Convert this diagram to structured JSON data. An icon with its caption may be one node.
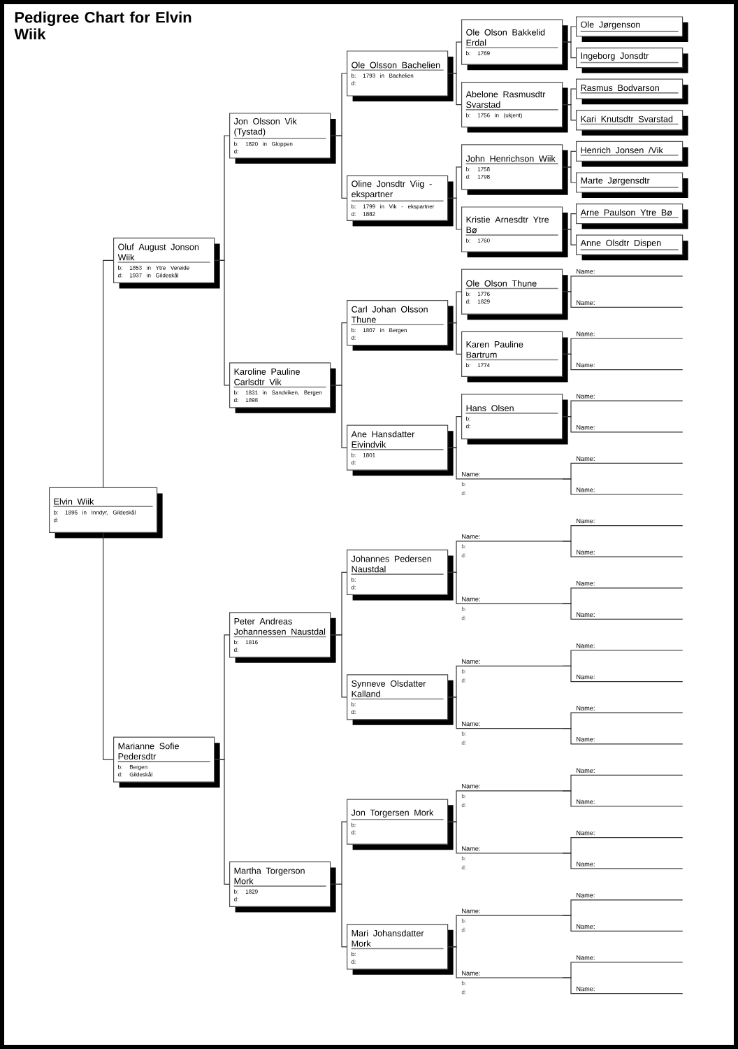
{
  "diagram": {
    "title": "Pedigree Chart for Elvin Wiik",
    "nodes": [
      {
        "text": [
          "Elvin Wiik",
          "b: 1895 in Inndyr, Gildeskål",
          "d:"
        ]
      },
      {
        "text": [
          "Oluf August Jonson Wiik",
          "b: 1853 in Ytre Vereide",
          "d: 1937 in Gildeskål"
        ]
      },
      {
        "text": [
          "Marianne Sofie Pedersdtr",
          "b: Bergen",
          "d: Gildeskål"
        ]
      },
      {
        "text": [
          "Jon Olsson Vik (Tystad)",
          "b: 1820 in Gloppen",
          "d:"
        ]
      },
      {
        "text": [
          "Karoline Pauline Carlsdtr Vik",
          "b: 1831 in Sandviken, Bergen",
          "d: 1898"
        ]
      },
      {
        "text": [
          "Peter Andreas Johannessen Naustdal",
          "b: 1816",
          "d:"
        ]
      },
      {
        "text": [
          "Martha Torgerson Mork",
          "b: 1829",
          "d:"
        ]
      },
      {
        "text": [
          "Ole Olsson Bachelien",
          "b: 1793 in Bachelien",
          "d:"
        ]
      },
      {
        "text": [
          "Oline Jonsdtr Viig - ekspartner",
          "b: 1799 in Vik - ekspartner",
          "d: 1882"
        ]
      },
      {
        "text": [
          "Carl Johan Olsson Thune",
          "b: 1807 in Bergen",
          "d:"
        ]
      },
      {
        "text": [
          "Ane Hansdatter Eivindvik",
          "b: 1801",
          "d:"
        ]
      },
      {
        "text": [
          "Johannes Pedersen Naustdal",
          "b:",
          "d:"
        ]
      },
      {
        "text": [
          "Synneve Olsdatter Kalland",
          "b:",
          "d:"
        ]
      },
      {
        "text": [
          "Jon Torgersen Mork",
          "b:",
          "d:"
        ]
      },
      {
        "text": [
          "Mari Johansdatter Mork",
          "b:",
          "d:"
        ]
      },
      {
        "text": [
          "Ole Olson Bakkelid Erdal",
          "b: 1769"
        ]
      },
      {
        "text": [
          "Abelone Rasmusdtr Svarstad",
          "b: 1756 in (ukjent)"
        ]
      },
      {
        "text": [
          "John Henrichson Wiik",
          "b: 1758",
          "d: 1798"
        ]
      },
      {
        "text": [
          "Kristie Arnesdtr Ytre Bø",
          "b: 1760"
        ]
      },
      {
        "text": [
          "Ole Olson Thune",
          "b: 1776",
          "d: 1829"
        ]
      },
      {
        "text": [
          "Karen Pauline Bartrum",
          "b: 1774"
        ]
      },
      {
        "text": [
          "Hans Olsen",
          "b:",
          "d:"
        ]
      },
      {
        "text": [
          "Name:",
          "b:",
          "d:"
        ]
      },
      {
        "text": [
          "Name:",
          "b:",
          "d:"
        ]
      },
      {
        "text": [
          "Name:",
          "b:",
          "d:"
        ]
      },
      {
        "text": [
          "Name:",
          "b:",
          "d:"
        ]
      },
      {
        "text": [
          "Name:",
          "b:",
          "d:"
        ]
      },
      {
        "text": [
          "Name:",
          "b:",
          "d:"
        ]
      },
      {
        "text": [
          "Name:",
          "b:",
          "d:"
        ]
      },
      {
        "text": [
          "Name:",
          "b:",
          "d:"
        ]
      },
      {
        "text": [
          "Name:",
          "b:",
          "d:"
        ]
      },
      {
        "text": [
          "Ole Jørgenson"
        ]
      },
      {
        "text": [
          "Ingeborg Jonsdtr"
        ]
      },
      {
        "text": [
          "Rasmus Bodvarson"
        ]
      },
      {
        "text": [
          "Kari Knutsdtr Svarstad"
        ]
      },
      {
        "text": [
          "Henrich Jonsen /Vik"
        ]
      },
      {
        "text": [
          "Marte Jørgensdtr"
        ]
      },
      {
        "text": [
          "Arne Paulson Ytre Bø"
        ]
      },
      {
        "text": [
          "Anne Olsdtr Dispen"
        ]
      },
      {
        "text": [
          "Name:"
        ]
      },
      {
        "text": [
          "Name:"
        ]
      },
      {
        "text": [
          "Name:"
        ]
      },
      {
        "text": [
          "Name:"
        ]
      },
      {
        "text": [
          "Name:"
        ]
      },
      {
        "text": [
          "Name:"
        ]
      },
      {
        "text": [
          "Name:"
        ]
      },
      {
        "text": [
          "Name:"
        ]
      },
      {
        "text": [
          "Name:"
        ]
      },
      {
        "text": [
          "Name:"
        ]
      },
      {
        "text": [
          "Name:"
        ]
      },
      {
        "text": [
          "Name:"
        ]
      },
      {
        "text": [
          "Name:"
        ]
      },
      {
        "text": [
          "Name:"
        ]
      },
      {
        "text": [
          "Name:"
        ]
      },
      {
        "text": [
          "Name:"
        ]
      },
      {
        "text": [
          "Name:"
        ]
      },
      {
        "text": [
          "Name:"
        ]
      },
      {
        "text": [
          "Name:"
        ]
      },
      {
        "text": [
          "Name:"
        ]
      },
      {
        "text": [
          "Name:"
        ]
      },
      {
        "text": [
          "Name:"
        ]
      },
      {
        "text": [
          "Name:"
        ]
      },
      {
        "text": [
          "Name:"
        ]
      }
    ],
    "edges": [
      {
        "from": 0,
        "to": 1,
        "arrow": "none"
      },
      {
        "from": 0,
        "to": 2,
        "arrow": "none"
      },
      {
        "from": 1,
        "to": 3,
        "arrow": "none"
      },
      {
        "from": 1,
        "to": 4,
        "arrow": "none"
      },
      {
        "from": 2,
        "to": 5,
        "arrow": "none"
      },
      {
        "from": 2,
        "to": 6,
        "arrow": "none"
      },
      {
        "from": 3,
        "to": 7,
        "arrow": "none"
      },
      {
        "from": 3,
        "to": 8,
        "arrow": "none"
      },
      {
        "from": 4,
        "to": 9,
        "arrow": "none"
      },
      {
        "from": 4,
        "to": 10,
        "arrow": "none"
      },
      {
        "from": 5,
        "to": 11,
        "arrow": "none"
      },
      {
        "from": 5,
        "to": 12,
        "arrow": "none"
      },
      {
        "from": 6,
        "to": 13,
        "arrow": "none"
      },
      {
        "from": 6,
        "to": 14,
        "arrow": "none"
      },
      {
        "from": 7,
        "to": 15,
        "arrow": "none"
      },
      {
        "from": 7,
        "to": 16,
        "arrow": "none"
      },
      {
        "from": 8,
        "to": 17,
        "arrow": "none"
      },
      {
        "from": 8,
        "to": 18,
        "arrow": "none"
      },
      {
        "from": 9,
        "to": 19,
        "arrow": "none"
      },
      {
        "from": 9,
        "to": 20,
        "arrow": "none"
      },
      {
        "from": 10,
        "to": 21,
        "arrow": "none"
      },
      {
        "from": 10,
        "to": 22,
        "arrow": "none"
      },
      {
        "from": 11,
        "to": 23,
        "arrow": "none"
      },
      {
        "from": 11,
        "to": 24,
        "arrow": "none"
      },
      {
        "from": 12,
        "to": 25,
        "arrow": "none"
      },
      {
        "from": 12,
        "to": 26,
        "arrow": "none"
      },
      {
        "from": 13,
        "to": 27,
        "arrow": "none"
      },
      {
        "from": 13,
        "to": 28,
        "arrow": "none"
      },
      {
        "from": 14,
        "to": 29,
        "arrow": "none"
      },
      {
        "from": 14,
        "to": 30,
        "arrow": "none"
      },
      {
        "from": 15,
        "to": 31,
        "arrow": "none"
      },
      {
        "from": 15,
        "to": 32,
        "arrow": "none"
      },
      {
        "from": 16,
        "to": 33,
        "arrow": "none"
      },
      {
        "from": 16,
        "to": 34,
        "arrow": "none"
      },
      {
        "from": 17,
        "to": 35,
        "arrow": "none"
      },
      {
        "from": 17,
        "to": 36,
        "arrow": "none"
      },
      {
        "from": 18,
        "to": 37,
        "arrow": "none"
      },
      {
        "from": 18,
        "to": 38,
        "arrow": "none"
      },
      {
        "from": 19,
        "to": 39,
        "arrow": "none"
      },
      {
        "from": 19,
        "to": 40,
        "arrow": "none"
      },
      {
        "from": 20,
        "to": 41,
        "arrow": "none"
      },
      {
        "from": 20,
        "to": 42,
        "arrow": "none"
      },
      {
        "from": 21,
        "to": 43,
        "arrow": "none"
      },
      {
        "from": 21,
        "to": 44,
        "arrow": "none"
      },
      {
        "from": 22,
        "to": 45,
        "arrow": "none"
      },
      {
        "from": 22,
        "to": 46,
        "arrow": "none"
      },
      {
        "from": 23,
        "to": 47,
        "arrow": "none"
      },
      {
        "from": 23,
        "to": 48,
        "arrow": "none"
      },
      {
        "from": 24,
        "to": 49,
        "arrow": "none"
      },
      {
        "from": 24,
        "to": 50,
        "arrow": "none"
      },
      {
        "from": 25,
        "to": 51,
        "arrow": "none"
      },
      {
        "from": 25,
        "to": 52,
        "arrow": "none"
      },
      {
        "from": 26,
        "to": 53,
        "arrow": "none"
      },
      {
        "from": 26,
        "to": 54,
        "arrow": "none"
      },
      {
        "from": 27,
        "to": 55,
        "arrow": "none"
      },
      {
        "from": 27,
        "to": 56,
        "arrow": "none"
      },
      {
        "from": 28,
        "to": 57,
        "arrow": "none"
      },
      {
        "from": 28,
        "to": 58,
        "arrow": "none"
      },
      {
        "from": 29,
        "to": 59,
        "arrow": "none"
      },
      {
        "from": 29,
        "to": 60,
        "arrow": "none"
      },
      {
        "from": 30,
        "to": 61,
        "arrow": "none"
      },
      {
        "from": 30,
        "to": 62,
        "arrow": "none"
      }
    ]
  }
}
